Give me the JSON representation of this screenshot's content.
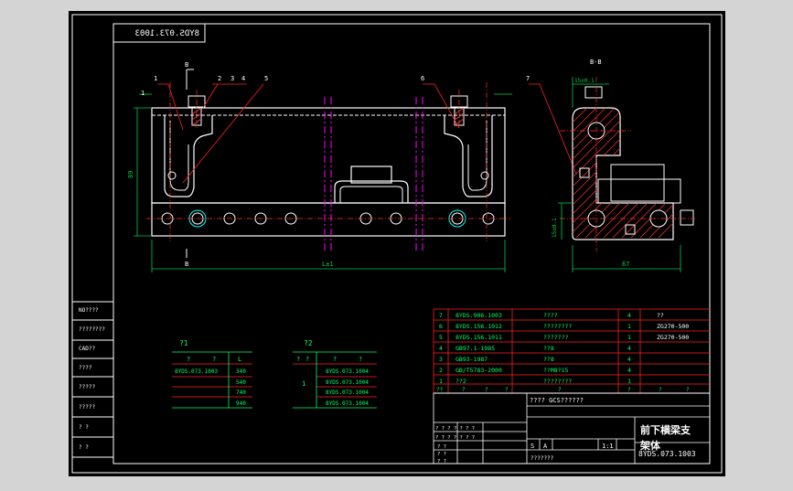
{
  "colors": {
    "background": "#000000",
    "frame": "#ffffff",
    "part": "#ffffff",
    "centerline": "#ff00ff",
    "hatch": "#ff3030",
    "dimension": "#00cc44",
    "leader": "#ff2020",
    "table_line": "#ff2020",
    "text_green": "#00ff66",
    "text_white": "#ffffff",
    "text_yellow": "#ffff00",
    "circle": "#00ffff"
  },
  "drawing_no_mirrored": "8YDS.073.1003",
  "section_label": "B-B",
  "view_label_b_top": "B",
  "view_label_b_bottom": "B",
  "dims": {
    "height_left": "89",
    "length_bottom": "L±1",
    "top_right": "15±0.1",
    "right_vertical": "15±0.1",
    "bottom_right": "67"
  },
  "balloons": [
    "1",
    "2",
    "3",
    "4",
    "5",
    "6",
    "7",
    "1"
  ],
  "left_column": [
    "NO????",
    "????????",
    "CAD??",
    "????",
    "?????",
    "?????",
    "?  ?",
    "?  ?"
  ],
  "table1": {
    "title": "?1",
    "headers": [
      "?",
      "?",
      "L"
    ],
    "rows": [
      [
        "8YDS.073.1003",
        "340"
      ],
      [
        "",
        "540"
      ],
      [
        "",
        "740"
      ],
      [
        "",
        "940"
      ]
    ]
  },
  "table2": {
    "title": "?2",
    "headers": [
      "?",
      "?",
      "?",
      "?"
    ],
    "rows": [
      [
        "8YDS.073.1004"
      ],
      [
        "8YDS.073.1004"
      ],
      [
        "8YDS.073.1004"
      ],
      [
        "8YDS.073.1004"
      ]
    ],
    "count": "1"
  },
  "bom": [
    {
      "no": "7",
      "code": "8YDS.906.1003",
      "name": "????",
      "qty": "4",
      "note": "??"
    },
    {
      "no": "6",
      "code": "8YDS.156.1012",
      "name": "????????",
      "qty": "1",
      "note": "ZG270-500"
    },
    {
      "no": "5",
      "code": "8YDS.156.1011",
      "name": "???????",
      "qty": "1",
      "note": "ZG270-500"
    },
    {
      "no": "4",
      "code": "GB97.1-1985",
      "name": "??8",
      "qty": "4",
      "note": ""
    },
    {
      "no": "3",
      "code": "GB93-1987",
      "name": "??8",
      "qty": "4",
      "note": ""
    },
    {
      "no": "2",
      "code": "GB/T5783-2000",
      "name": "??M8?15",
      "qty": "4",
      "note": ""
    },
    {
      "no": "1",
      "code": "??2",
      "name": "????????",
      "qty": "1",
      "note": ""
    }
  ],
  "bom_header": [
    "??",
    "?",
    "?",
    "?",
    "?",
    "?",
    "?",
    "?"
  ],
  "title_block": {
    "project": "????  GCS??????",
    "part_name_line1": "前下横梁支",
    "part_name_line2": "架体",
    "drawing_no": "8YDS.073.1003",
    "stage": "S",
    "stage_a": "A",
    "scale": "1:1",
    "company": "???????",
    "rows": [
      "? ? ? ? ? ? ?",
      "? ? ? ? ? ? ?",
      "?  ?",
      "?  ?",
      "?  ?"
    ]
  }
}
